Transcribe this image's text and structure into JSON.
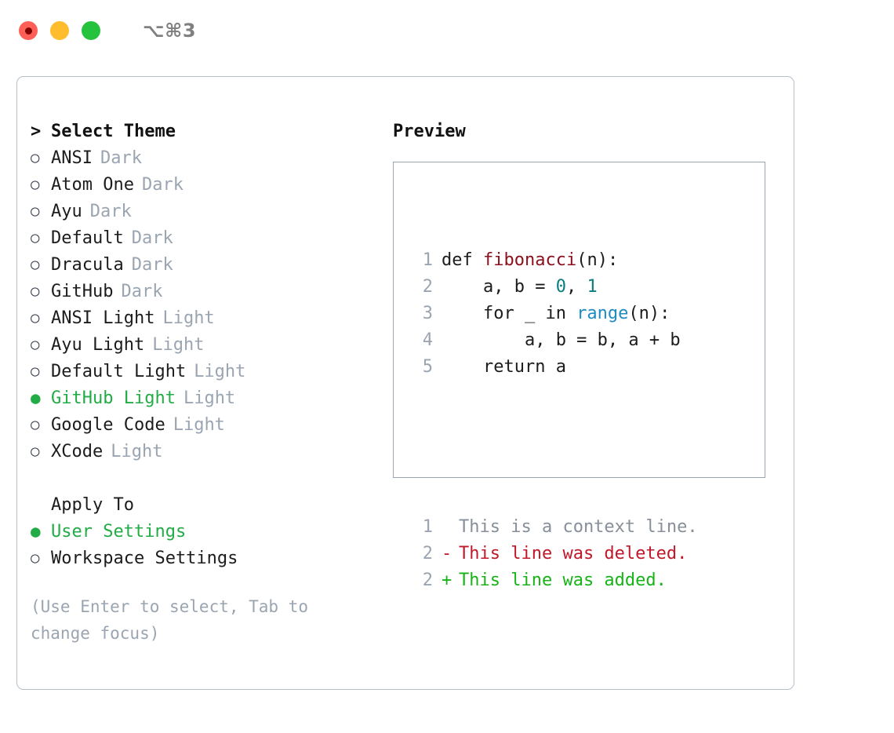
{
  "window": {
    "title": "⌥⌘3",
    "traffic_lights": [
      {
        "name": "close",
        "color": "#ff5f57"
      },
      {
        "name": "minimize",
        "color": "#ffbd2e"
      },
      {
        "name": "maximize",
        "color": "#25c23e"
      }
    ]
  },
  "theme_picker": {
    "caret": ">",
    "header": "Select Theme",
    "bullet_unselected": "○",
    "bullet_selected": "●",
    "items": [
      {
        "name": "ANSI",
        "variant": "Dark",
        "selected": false
      },
      {
        "name": "Atom One",
        "variant": "Dark",
        "selected": false
      },
      {
        "name": "Ayu",
        "variant": "Dark",
        "selected": false
      },
      {
        "name": "Default",
        "variant": "Dark",
        "selected": false
      },
      {
        "name": "Dracula",
        "variant": "Dark",
        "selected": false
      },
      {
        "name": "GitHub",
        "variant": "Dark",
        "selected": false
      },
      {
        "name": "ANSI Light",
        "variant": "Light",
        "selected": false
      },
      {
        "name": "Ayu Light",
        "variant": "Light",
        "selected": false
      },
      {
        "name": "Default Light",
        "variant": "Light",
        "selected": false
      },
      {
        "name": "GitHub Light",
        "variant": "Light",
        "selected": true
      },
      {
        "name": "Google Code",
        "variant": "Light",
        "selected": false
      },
      {
        "name": "XCode",
        "variant": "Light",
        "selected": false
      }
    ]
  },
  "apply_to": {
    "title": "Apply To",
    "items": [
      {
        "name": "User Settings",
        "selected": true
      },
      {
        "name": "Workspace Settings",
        "selected": false
      }
    ]
  },
  "hint": "(Use Enter to select, Tab to change focus)",
  "preview": {
    "title": "Preview",
    "code_lines": [
      {
        "num": "1",
        "tokens": [
          {
            "t": "def ",
            "c": "plain"
          },
          {
            "t": "fibonacci",
            "c": "fn"
          },
          {
            "t": "(n):",
            "c": "plain"
          }
        ]
      },
      {
        "num": "2",
        "tokens": [
          {
            "t": "    a, b = ",
            "c": "plain"
          },
          {
            "t": "0",
            "c": "num"
          },
          {
            "t": ", ",
            "c": "plain"
          },
          {
            "t": "1",
            "c": "num"
          }
        ]
      },
      {
        "num": "3",
        "tokens": [
          {
            "t": "    for _ in ",
            "c": "plain"
          },
          {
            "t": "range",
            "c": "kw"
          },
          {
            "t": "(n):",
            "c": "plain"
          }
        ]
      },
      {
        "num": "4",
        "tokens": [
          {
            "t": "        a, b = b, a + b",
            "c": "plain"
          }
        ]
      },
      {
        "num": "5",
        "tokens": [
          {
            "t": "    return a",
            "c": "plain"
          }
        ]
      }
    ],
    "diff_lines": [
      {
        "num": "1",
        "mark": " ",
        "text": "This is a context line.",
        "kind": "ctx"
      },
      {
        "num": "2",
        "mark": "-",
        "text": "This line was deleted.",
        "kind": "del"
      },
      {
        "num": "2",
        "mark": "+",
        "text": "This line was added.",
        "kind": "add"
      }
    ]
  },
  "colors": {
    "accent_green": "#22ac45",
    "muted": "#9aa5b1",
    "border": "#b9c0cc",
    "preview_border": "#9aa5b1",
    "fn": "#8b0f1c",
    "number": "#0a7d7d",
    "keyword": "#1e8bc3",
    "diff_added": "#17b317",
    "diff_deleted": "#c0182a",
    "diff_context": "#878f99"
  }
}
